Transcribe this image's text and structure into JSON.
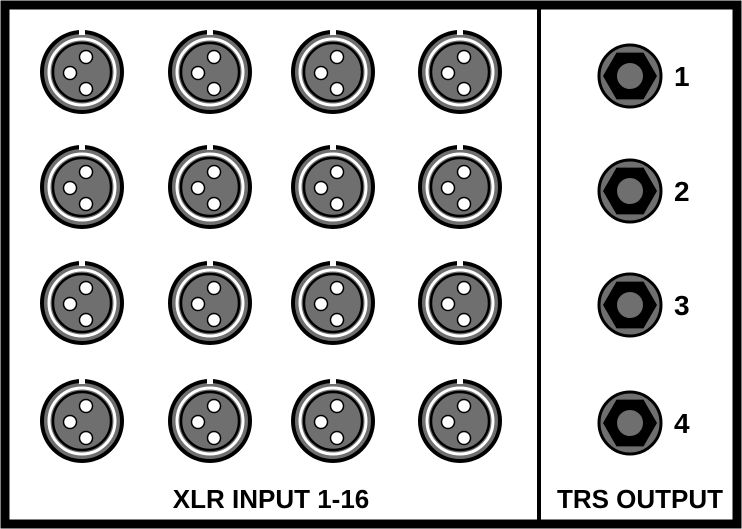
{
  "xlr_section": {
    "label": "XLR INPUT 1-16",
    "rows": 4,
    "cols": 4
  },
  "trs_section": {
    "label": "TRS OUTPUT",
    "outputs": [
      "1",
      "2",
      "3",
      "4"
    ]
  },
  "colors": {
    "panel_border": "#000000",
    "connector_fill": "#6f6f6f",
    "connector_outline": "#000000",
    "connector_ring": "#ffffff",
    "pin_fill": "#ffffff",
    "hex_nut": "#000000",
    "jack_inner": "#6f6f6f"
  }
}
